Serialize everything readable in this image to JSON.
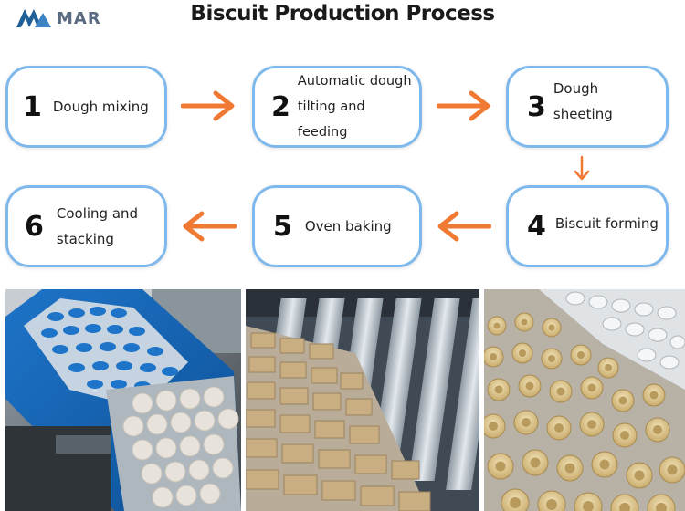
{
  "brand": {
    "logo_text": "MAR",
    "icon": "mountain-logo-icon",
    "color": "#1f5e96"
  },
  "title": "Biscuit Production Process",
  "colors": {
    "box_border": "#7fb9ec",
    "arrow": "#f07a34"
  },
  "steps": [
    {
      "number": "1",
      "label_lines": [
        "Dough mixing"
      ]
    },
    {
      "number": "2",
      "label_lines": [
        "Automatic dough",
        "tilting and feeding"
      ]
    },
    {
      "number": "3",
      "label_lines": [
        "Dough sheeting"
      ]
    },
    {
      "number": "4",
      "label_lines": [
        "Biscuit forming"
      ]
    },
    {
      "number": "5",
      "label_lines": [
        "Oven baking"
      ]
    },
    {
      "number": "6",
      "label_lines": [
        "Cooling and",
        "stacking"
      ]
    }
  ],
  "arrows": [
    {
      "from": "1",
      "to": "2",
      "direction": "right"
    },
    {
      "from": "2",
      "to": "3",
      "direction": "right"
    },
    {
      "from": "3",
      "to": "4",
      "direction": "down"
    },
    {
      "from": "4",
      "to": "5",
      "direction": "left"
    },
    {
      "from": "5",
      "to": "6",
      "direction": "left"
    }
  ],
  "photos": [
    {
      "name": "rotary-moulder-photo"
    },
    {
      "name": "rectangular-biscuits-photo"
    },
    {
      "name": "ring-cookies-photo"
    }
  ]
}
